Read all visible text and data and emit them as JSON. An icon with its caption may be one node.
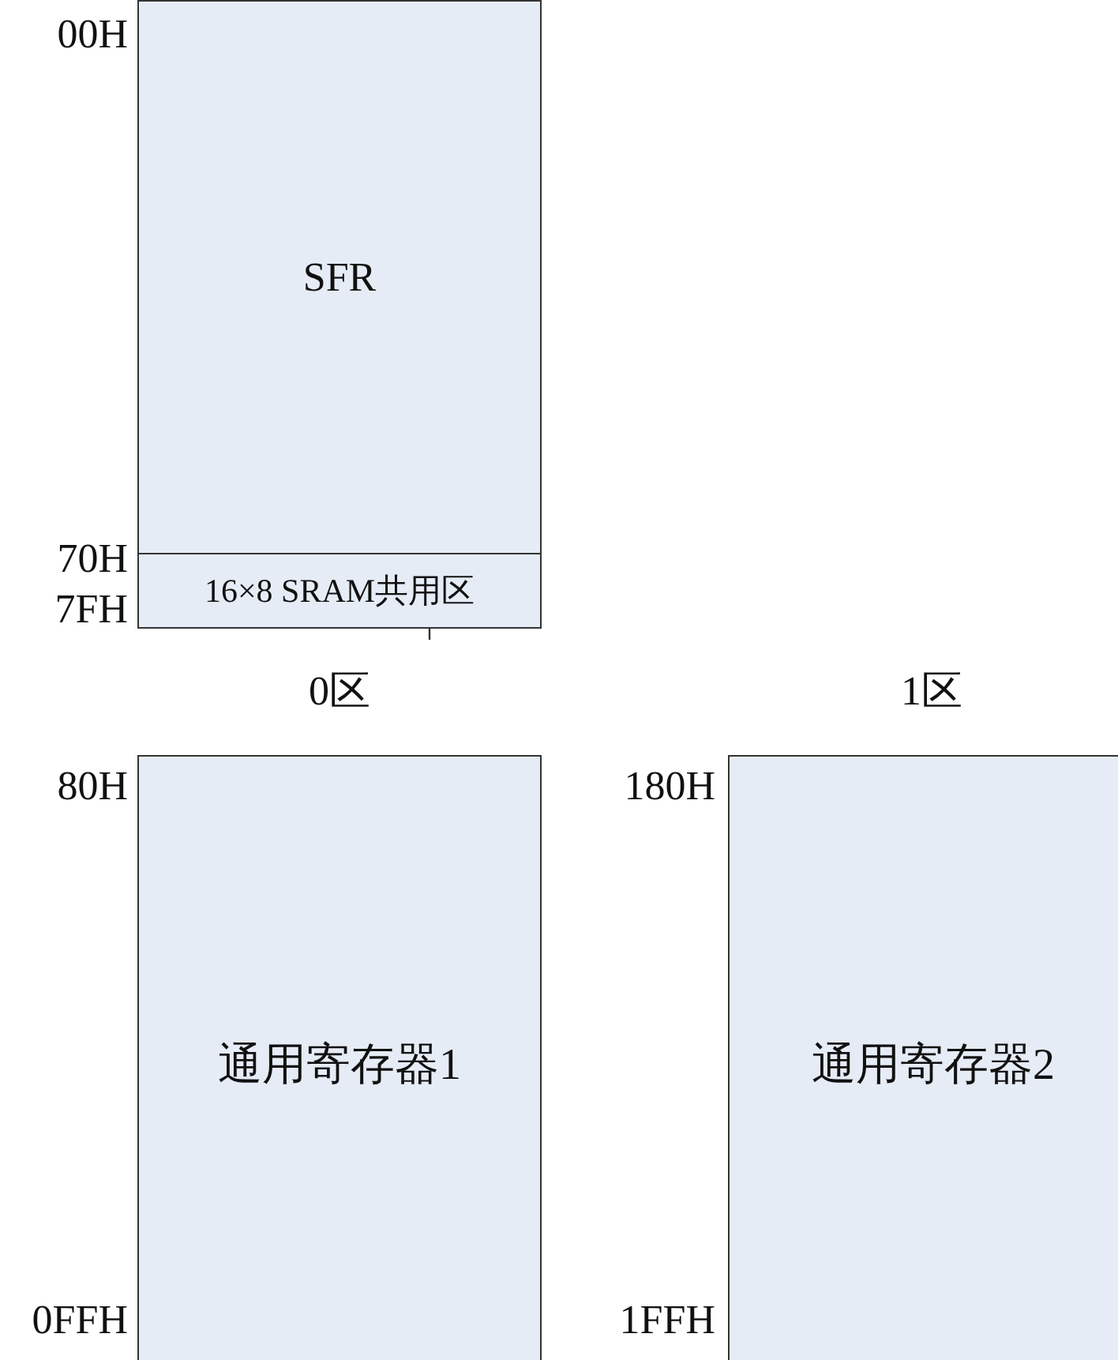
{
  "diagram": {
    "nodes": [
      {
        "text": [
          "SFR"
        ]
      },
      {
        "text": [
          "16×8 SRAM共用区"
        ]
      },
      {
        "text": [
          "通用寄存器1"
        ]
      },
      {
        "text": [
          "通用寄存器2"
        ]
      }
    ],
    "labels": [
      "00H",
      "70H",
      "7FH",
      "0区",
      "1区",
      "80H",
      "180H",
      "0FFH",
      "1FFH"
    ]
  }
}
